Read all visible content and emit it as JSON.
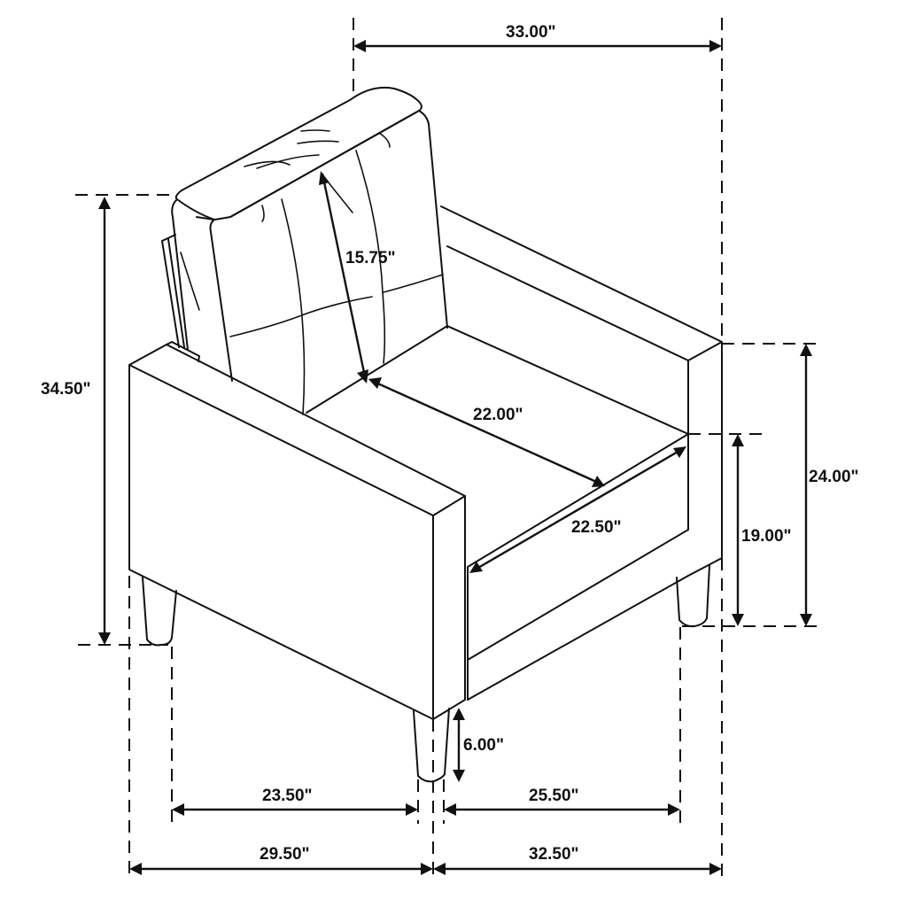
{
  "diagram": {
    "subject": "Upholstered accent chair with tufted back, track arms and tapered legs",
    "line_color": "#111111",
    "background": "#ffffff"
  },
  "dimensions": {
    "overall_width": "33.00\"",
    "overall_height": "34.50\"",
    "back_height": "15.75\"",
    "seat_depth": "22.00\"",
    "seat_width": "22.50\"",
    "arm_height": "24.00\"",
    "seat_height": "19.00\"",
    "leg_height": "6.00\"",
    "inner_depth_between_legs": "23.50\"",
    "inner_width_between_legs": "25.50\"",
    "overall_depth": "29.50\"",
    "overall_width_front": "32.50\""
  }
}
